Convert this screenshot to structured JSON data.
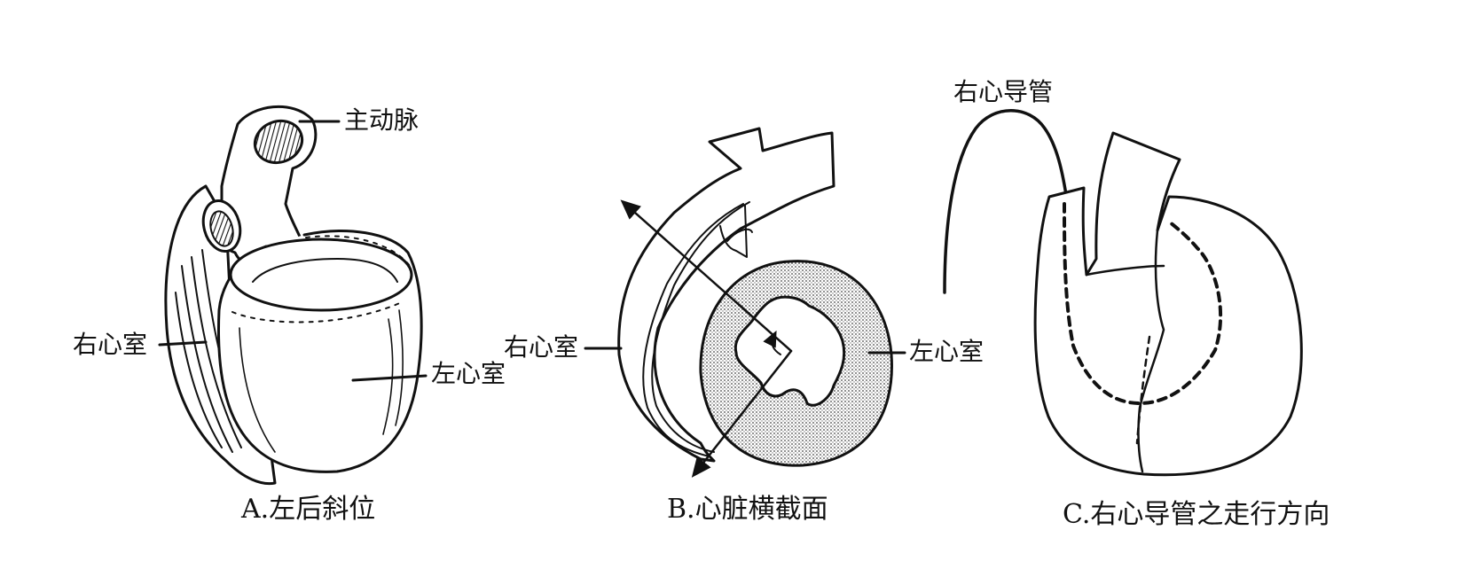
{
  "panel_a": {
    "labels": {
      "aorta": "主动脉",
      "right_ventricle": "右心室",
      "left_ventricle": "左心室"
    },
    "caption": "A.左后斜位"
  },
  "panel_b": {
    "labels": {
      "right_ventricle": "右心室",
      "left_ventricle": "左心室"
    },
    "caption": "B.心脏横截面"
  },
  "panel_c": {
    "labels": {
      "catheter": "右心导管"
    },
    "caption": "C.右心导管之走行方向"
  },
  "colors": {
    "ink": "#111111",
    "paper": "#ffffff",
    "stipple": "#d4d4d4"
  }
}
